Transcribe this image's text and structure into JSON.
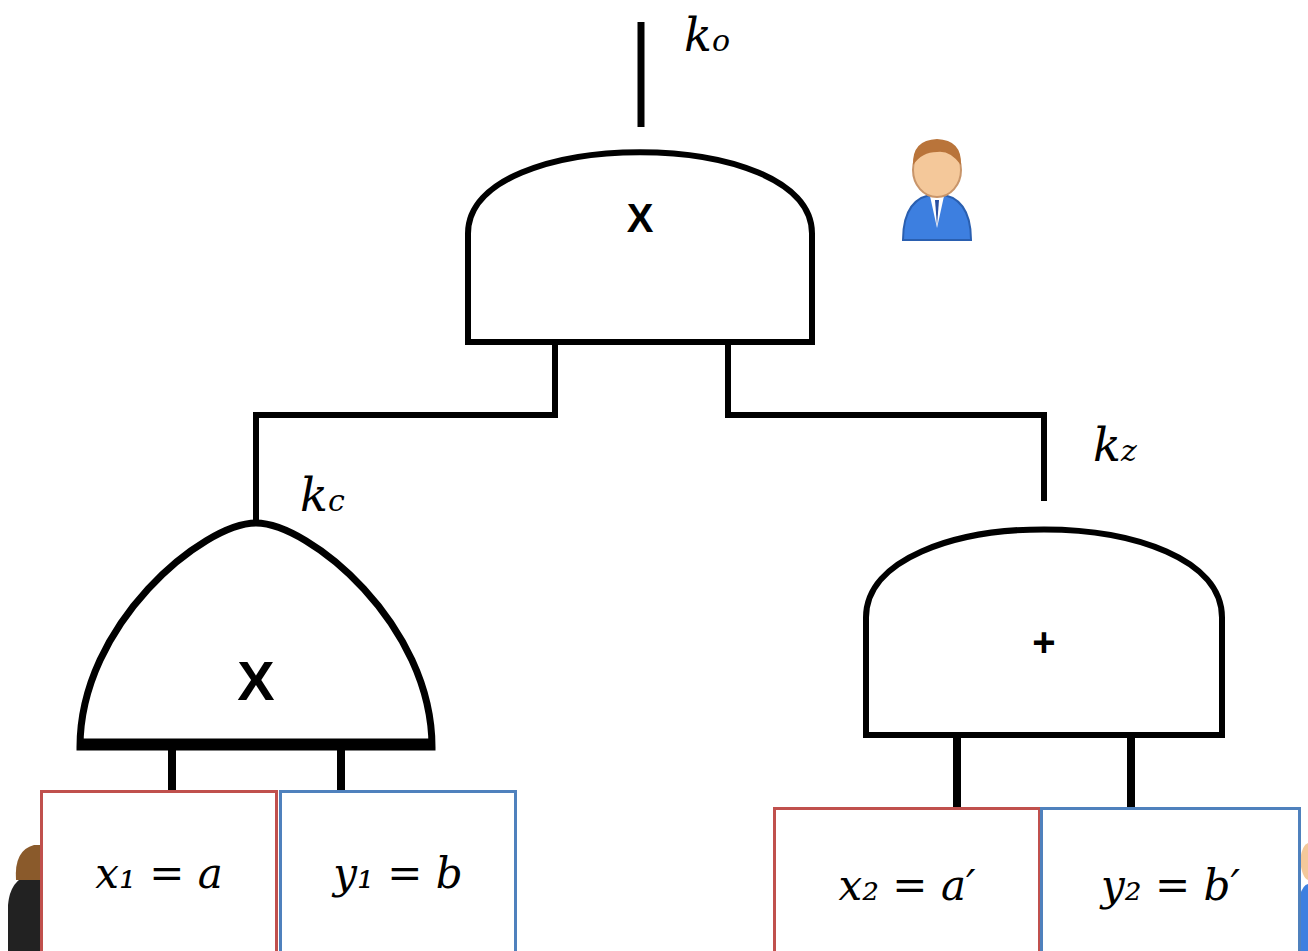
{
  "diagram": {
    "nodes": [
      {
        "text": [
          "X"
        ]
      },
      {
        "text": [
          "X"
        ]
      },
      {
        "text": [
          "+"
        ]
      },
      {
        "text": [
          "x₁ = a"
        ]
      },
      {
        "text": [
          "y₁ = b"
        ]
      },
      {
        "text": [
          "x₂ = a′"
        ]
      },
      {
        "text": [
          "y₂ = b′"
        ]
      }
    ],
    "edges": [
      {
        "from": 3,
        "to": 1,
        "arrow": "none"
      },
      {
        "from": 4,
        "to": 1,
        "arrow": "none"
      },
      {
        "from": 5,
        "to": 2,
        "arrow": "none"
      },
      {
        "from": 6,
        "to": 2,
        "arrow": "none"
      },
      {
        "from": 1,
        "to": 0,
        "arrow": "none"
      },
      {
        "from": 2,
        "to": 0,
        "arrow": "none"
      }
    ],
    "labels": [
      "ko",
      "kc",
      "kz"
    ]
  }
}
